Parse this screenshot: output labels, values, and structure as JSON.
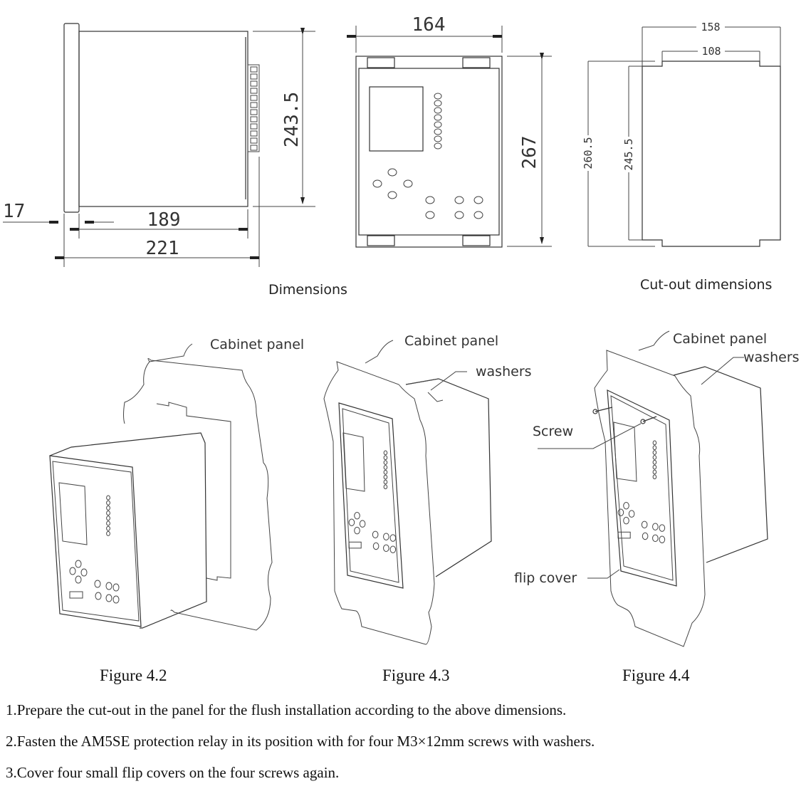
{
  "side_view": {
    "dim_height": "243.5",
    "dim_depth_body": "189",
    "dim_depth_total": "221",
    "dim_front": "17"
  },
  "front_view": {
    "dim_width": "164",
    "dim_height": "267",
    "led_count": 8,
    "nav_keys": 4,
    "function_keys": 6
  },
  "cutout_view": {
    "dim_outer_width": "158",
    "dim_inner_width": "108",
    "dim_outer_height": "260.5",
    "dim_inner_height": "245.5"
  },
  "section_titles": {
    "dimensions": "Dimensions",
    "cutout": "Cut-out dimensions"
  },
  "callouts": {
    "fig42_panel": "Cabinet panel",
    "fig43_panel": "Cabinet panel",
    "fig43_washers": "washers",
    "fig44_panel": "Cabinet panel",
    "fig44_washers": "washers",
    "fig44_screw": "Screw",
    "fig44_flip": "flip cover"
  },
  "figures": [
    {
      "caption": "Figure 4.2"
    },
    {
      "caption": "Figure 4.3"
    },
    {
      "caption": "Figure 4.4"
    }
  ],
  "steps": [
    "1.Prepare the cut-out in the panel for the flush installation according to the above dimensions.",
    "2.Fasten the AM5SE protection relay in its position with for four M3×12mm screws with washers.",
    "3.Cover four small flip covers on the four screws again."
  ]
}
